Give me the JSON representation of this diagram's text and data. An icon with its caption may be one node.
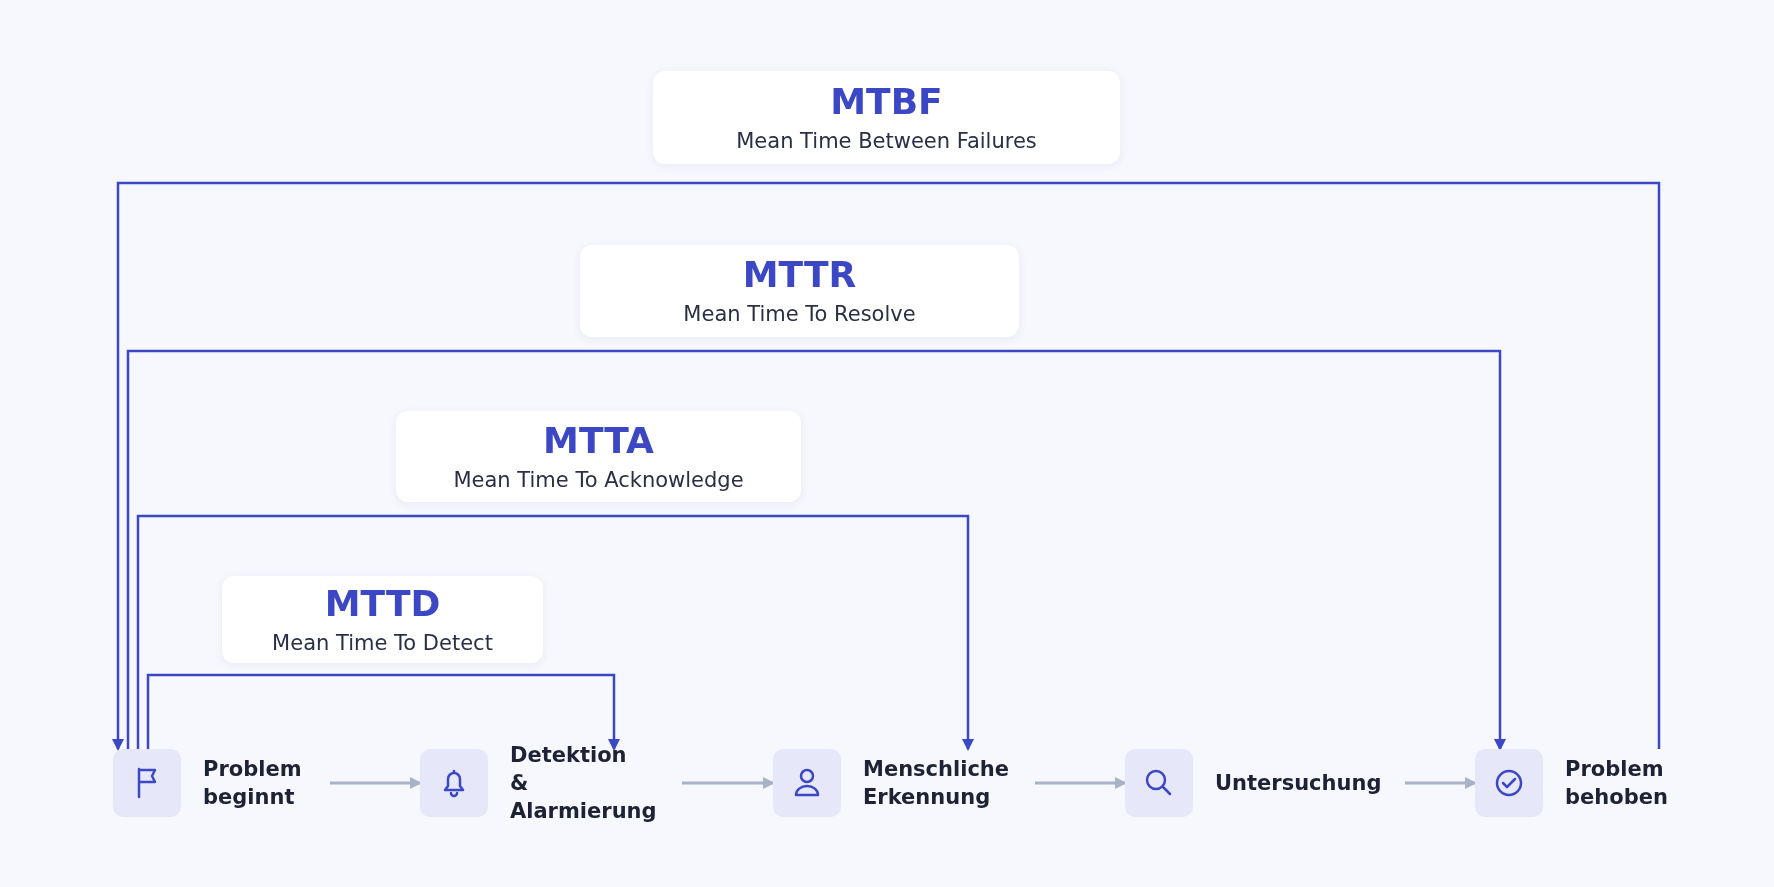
{
  "diagram": {
    "nodes": [
      {
        "text": [
          "MTBF",
          "Mean Time Between Failures"
        ]
      },
      {
        "text": [
          "MTTR",
          "Mean Time To Resolve"
        ]
      },
      {
        "text": [
          "MTTA",
          "Mean Time To Acknowledge"
        ]
      },
      {
        "text": [
          "MTTD",
          "Mean Time To Detect"
        ]
      },
      {
        "text": [
          "Problem beginnt"
        ]
      },
      {
        "text": [
          "Detektion & Alarmierung"
        ]
      },
      {
        "text": [
          "Menschliche Erkennung"
        ]
      },
      {
        "text": [
          "Untersuchung"
        ]
      },
      {
        "text": [
          "Problem behoben"
        ]
      }
    ],
    "edges": [
      {
        "from": 8,
        "to": 4,
        "arrow": "to"
      },
      {
        "from": 4,
        "to": 8,
        "arrow": "to"
      },
      {
        "from": 4,
        "to": 6,
        "arrow": "to"
      },
      {
        "from": 4,
        "to": 5,
        "arrow": "to"
      },
      {
        "from": 4,
        "to": 5,
        "arrow": "to",
        "color": "#aab2c8"
      },
      {
        "from": 5,
        "to": 6,
        "arrow": "to",
        "color": "#aab2c8"
      },
      {
        "from": 6,
        "to": 7,
        "arrow": "to",
        "color": "#aab2c8"
      },
      {
        "from": 7,
        "to": 8,
        "arrow": "to",
        "color": "#aab2c8"
      }
    ]
  }
}
